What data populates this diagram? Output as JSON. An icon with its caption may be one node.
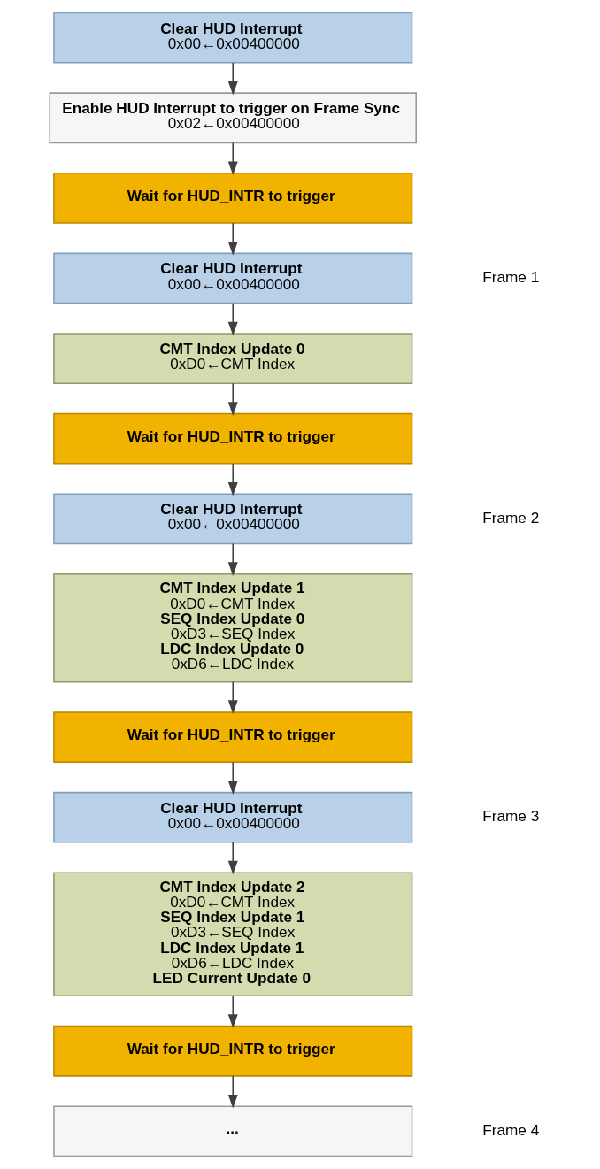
{
  "diagram": {
    "nodes": [
      {
        "text": [
          "Clear HUD Interrupt",
          "0x00←0x00400000"
        ]
      },
      {
        "text": [
          "Enable HUD Interrupt to trigger on Frame Sync",
          "0x02←0x00400000"
        ]
      },
      {
        "text": [
          "Wait for HUD_INTR to trigger"
        ]
      },
      {
        "text": [
          "Clear HUD Interrupt",
          "0x00←0x00400000"
        ]
      },
      {
        "text": [
          "CMT Index Update 0",
          "0xD0←CMT Index"
        ]
      },
      {
        "text": [
          "Wait for HUD_INTR to trigger"
        ]
      },
      {
        "text": [
          "Clear HUD Interrupt",
          "0x00←0x00400000"
        ]
      },
      {
        "text": [
          "CMT Index Update 1",
          "0xD0←CMT Index",
          "SEQ Index Update 0",
          "0xD3←SEQ Index",
          "LDC Index Update 0",
          "0xD6←LDC Index"
        ]
      },
      {
        "text": [
          "Wait for HUD_INTR to trigger"
        ]
      },
      {
        "text": [
          "Clear HUD Interrupt",
          "0x00←0x00400000"
        ]
      },
      {
        "text": [
          "CMT Index Update 2",
          "0xD0←CMT Index",
          "SEQ Index Update 1",
          "0xD3←SEQ Index",
          "LDC Index Update 1",
          "0xD6←LDC Index",
          "LED Current Update 0"
        ]
      },
      {
        "text": [
          "Wait for HUD_INTR to trigger"
        ]
      },
      {
        "text": [
          "..."
        ]
      }
    ],
    "edges": [
      {
        "from": 0,
        "to": 1,
        "arrow": "to"
      },
      {
        "from": 1,
        "to": 2,
        "arrow": "to"
      },
      {
        "from": 2,
        "to": 3,
        "arrow": "to"
      },
      {
        "from": 3,
        "to": 4,
        "arrow": "to"
      },
      {
        "from": 4,
        "to": 5,
        "arrow": "to"
      },
      {
        "from": 5,
        "to": 6,
        "arrow": "to"
      },
      {
        "from": 6,
        "to": 7,
        "arrow": "to"
      },
      {
        "from": 7,
        "to": 8,
        "arrow": "to"
      },
      {
        "from": 8,
        "to": 9,
        "arrow": "to"
      },
      {
        "from": 9,
        "to": 10,
        "arrow": "to"
      },
      {
        "from": 10,
        "to": 11,
        "arrow": "to"
      },
      {
        "from": 11,
        "to": 12,
        "arrow": "to"
      }
    ],
    "labels": [
      "Frame 1",
      "Frame 2",
      "Frame 3",
      "Frame 4"
    ]
  }
}
